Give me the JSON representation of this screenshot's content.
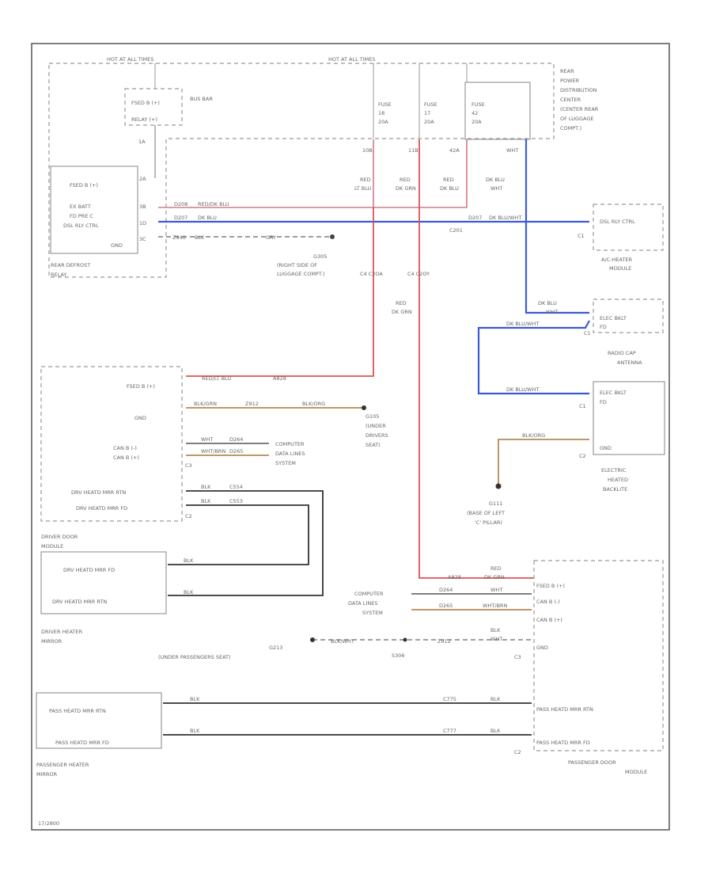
{
  "page": {
    "id_label": "17/2800"
  },
  "bus": {
    "hot_left": "HOT AT ALL TIMES",
    "hot_right": "HOT AT ALL TIMES"
  },
  "rpdc": {
    "name": "REAR POWER DISTRIBUTION CENTER (CENTER REAR OF LUGGAGE COMPT.)",
    "l1": "REAR",
    "l2": "POWER",
    "l3": "DISTRIBUTION",
    "l4": "CENTER",
    "l5": "(CENTER REAR",
    "l6": "OF LUGGAGE",
    "l7": "COMPT.)"
  },
  "fuses": [
    {
      "name": "FUSE",
      "num": "18",
      "amp": "20A",
      "cav": "10B"
    },
    {
      "name": "FUSE",
      "num": "17",
      "amp": "20A",
      "cav": "11B"
    },
    {
      "name": "FUSE",
      "num": "42",
      "amp": "20A",
      "cav": "42A"
    }
  ],
  "busbar": {
    "fused": "FSED B (+)",
    "relay": "RELAY (+)",
    "label": "BUS BAR",
    "pin": "1A"
  },
  "relay": {
    "name": "REAR DEFROST",
    "name2": "RELAY",
    "fused": "FSED B (+)",
    "batt": "EX BATT",
    "fused2": "FD PRE C",
    "ctrl": "DSL RLY CTRL",
    "gnd": "GND",
    "p1": "2A",
    "p2": "3B",
    "p3": "1D",
    "p4": "3C"
  },
  "wires": {
    "w1": "D208",
    "w1c": "RED/DK BLU",
    "w2": "D207",
    "w2c": "DK BLU",
    "w3": "Z940",
    "w3c": "BLK",
    "w3b": "GRY",
    "c1": "RED",
    "c1b": "LT BLU",
    "c2": "RED",
    "c2b": "DK GRN",
    "c3": "RED",
    "c3b": "DK BLU",
    "c4": "DK BLU",
    "c4b": "WHT",
    "c201": "C201",
    "red_dkgrn": "RED",
    "red_dkgrn2": "DK GRN",
    "hvac_wire": "D207",
    "hvac_color": "DK BLU/WHT",
    "dkblu": "DK BLU",
    "dkwht": "WHT",
    "radio_wire": "DK BLU/WHT",
    "radio_wire2": "DK BLU/WHT",
    "blk_org": "BLK/ORG"
  },
  "ground1": {
    "name": "G305",
    "l1": "(RIGHT SIDE OF",
    "l2": "LUGGAGE COMPT.)"
  },
  "splices": {
    "s1": "C4 C2OA",
    "s2": "C4 C2OY"
  },
  "hvac": {
    "ctrl": "DSL RLY CTRL",
    "name": "A/C-HEATER",
    "name2": "MODULE",
    "conn": "C1"
  },
  "radio": {
    "feed": "ELEC BKLT",
    "feed2": "FD",
    "conn": "C1",
    "name": "RADIO CAP",
    "name2": "ANTENNA"
  },
  "backlite": {
    "feed": "ELEC BKLT",
    "feed2": "FD",
    "gnd": "GND",
    "c1": "C1",
    "c2": "C2",
    "name": "ELECTRIC",
    "name2": "HEATED",
    "name3": "BACKLITE"
  },
  "ground2": {
    "name": "G111",
    "l1": "(BASE OF LEFT",
    "l2": "'C' PILLAR)"
  },
  "ddm": {
    "name": "DRIVER DOOR",
    "name2": "MODULE",
    "fused": "FSED B (+)",
    "gnd": "GND",
    "canl": "CAN B (-)",
    "canh": "CAN B (+)",
    "rtn": "DRV HEATD MRR RTN",
    "pwr": "DRV HEATD MRR FD",
    "c3": "C3",
    "c2": "C2",
    "w1": "A828",
    "w1c": "RED/LT BLU",
    "w2": "Z912",
    "w2c": "BLK/GRN",
    "w2b": "BLK/ORG",
    "w3": "D264",
    "w3c": "WHT",
    "w4": "D265",
    "w4c": "WHT/BRN",
    "w5": "C554",
    "w5c": "BLK",
    "w6": "C553",
    "w6c": "BLK"
  },
  "ground3": {
    "name": "G105",
    "l1": "(UNDER",
    "l2": "DRIVERS",
    "l3": "SEAT)"
  },
  "cdl1": {
    "l1": "COMPUTER",
    "l2": "DATA LINES",
    "l3": "SYSTEM"
  },
  "dmirror": {
    "name": "DRIVER HEATER",
    "name2": "MIRROR",
    "pwr": "DRV HEATD MRR FD",
    "rtn": "DRV HEATD MRR RTN",
    "w1": "BLK",
    "w2": "BLK"
  },
  "pdm": {
    "name": "PASSENGER DOOR",
    "name2": "MODULE",
    "fused": "FSED B (+)",
    "canl": "CAN B (-)",
    "canh": "CAN B (+)",
    "gnd": "GND",
    "rtn": "PASS HEATD MRR RTN",
    "pwr": "PASS HEATD MRR FD",
    "c3": "C3",
    "c2": "C2",
    "w1": "A828",
    "w1c": "RED",
    "w1b": "DK GRN",
    "w2": "D264",
    "w2c": "WHT",
    "w3": "D265",
    "w3c": "WHT/BRN",
    "w4": "Z912",
    "w4c": "BLK",
    "w4b": "WHT"
  },
  "cdl2": {
    "l1": "COMPUTER",
    "l2": "DATA LINES",
    "l3": "SYSTEM"
  },
  "ground4": {
    "name": "G213",
    "l1": "(UNDER PASSENGERS SEAT)",
    "wire": "BLK/WHT",
    "splice": "S306"
  },
  "pmirror": {
    "name": "PASSENGER HEATER",
    "name2": "MIRROR",
    "rtn": "PASS HEATD MRR RTN",
    "pwr": "PASS HEATD MRR FD",
    "w1": "BLK",
    "w1n": "C775",
    "w2": "BLK",
    "w2n": "C777"
  }
}
